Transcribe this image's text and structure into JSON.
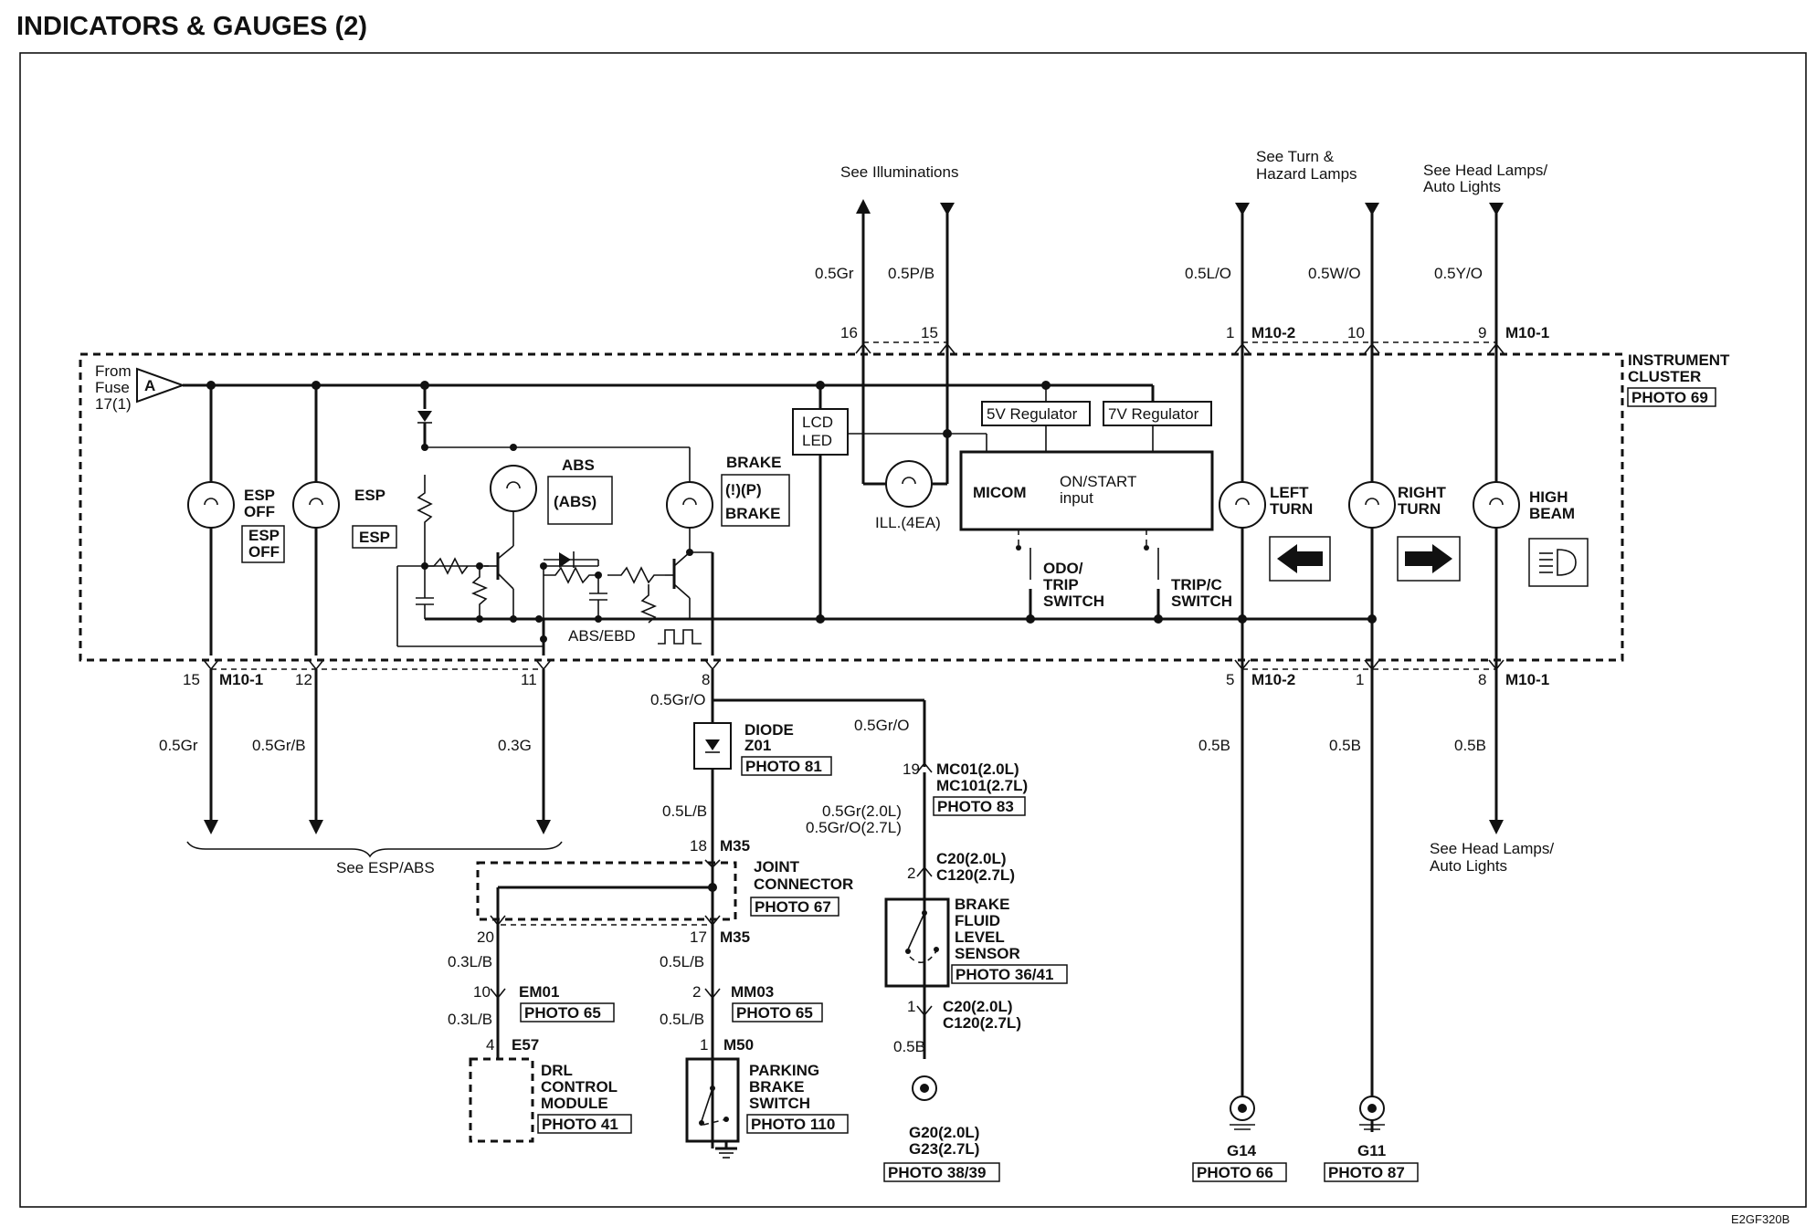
{
  "title": "INDICATORS & GAUGES (2)",
  "figure_code": "E2GF320B",
  "references": {
    "illuminations": "See Illuminations",
    "turn_hazard_1": "See Turn &",
    "turn_hazard_2": "Hazard Lamps",
    "head_lamps_1": "See Head Lamps/",
    "head_lamps_2": "Auto Lights",
    "esp_abs": "See ESP/ABS"
  },
  "cluster": {
    "label_1": "INSTRUMENT",
    "label_2": "CLUSTER",
    "photo": "PHOTO 69",
    "fuse_1": "From",
    "fuse_2": "Fuse",
    "fuse_3": "17(1)",
    "fuse_tag": "A"
  },
  "lamps": {
    "esp_off_1": "ESP",
    "esp_off_2": "OFF",
    "esp": "ESP",
    "abs": "ABS",
    "abs_symbol": "(ABS)",
    "brake_1": "BRAKE",
    "brake_symbol": "(!)(P)",
    "brake_2": "BRAKE",
    "abs_ebd": "ABS/EBD",
    "lcd": "LCD",
    "led": "LED",
    "ill": "ILL.(4EA)",
    "reg5": "5V Regulator",
    "reg7": "7V Regulator",
    "micom": "MICOM",
    "onstart_1": "ON/START",
    "onstart_2": "input",
    "odo_1": "ODO/",
    "odo_2": "TRIP",
    "odo_3": "SWITCH",
    "tripc_1": "TRIP/C",
    "tripc_2": "SWITCH",
    "left_1": "LEFT",
    "left_2": "TURN",
    "right_1": "RIGHT",
    "right_2": "TURN",
    "high_1": "HIGH",
    "high_2": "BEAM"
  },
  "connectors": {
    "m10_1": "M10-1",
    "m10_2": "M10-2",
    "m35": "M35",
    "em01": "EM01",
    "mm03": "MM03",
    "m50": "M50",
    "e57": "E57",
    "mc01": "MC01(2.0L)",
    "mc101": "MC101(2.7L)",
    "c20_top": "C20(2.0L)",
    "c120_top": "C120(2.7L)",
    "c20_bot": "C20(2.0L)",
    "c120_bot": "C120(2.7L)"
  },
  "pins": {
    "p16": "16",
    "p15_top": "15",
    "p1_top": "1",
    "p10_top": "10",
    "p9_top": "9",
    "p15_bot": "15",
    "p12": "12",
    "p11": "11",
    "p8_left": "8",
    "p5": "5",
    "p1_bot": "1",
    "p8_right": "8",
    "p18": "18",
    "p20": "20",
    "p17": "17",
    "p10_em": "10",
    "p2_mm": "2",
    "p4": "4",
    "p1_m50": "1",
    "p19": "19",
    "p2_c": "2",
    "p1_c": "1"
  },
  "wires": {
    "w_0_5gr_top": "0.5Gr",
    "w_0_5pb": "0.5P/B",
    "w_0_5lo": "0.5L/O",
    "w_0_5wo": "0.5W/O",
    "w_0_5yo": "0.5Y/O",
    "w_0_5gr_bot": "0.5Gr",
    "w_0_5grb": "0.5Gr/B",
    "w_0_3g": "0.3G",
    "w_0_5gro_1": "0.5Gr/O",
    "w_0_5gro_2": "0.5Gr/O",
    "w_0_5lb_1": "0.5L/B",
    "w_0_3lb_1": "0.3L/B",
    "w_0_5lb_2": "0.5L/B",
    "w_0_3lb_2": "0.3L/B",
    "w_0_5lb_3": "0.5L/B",
    "w_0_5gr_20": "0.5Gr(2.0L)",
    "w_0_5gro_27": "0.5Gr/O(2.7L)",
    "w_0_5b_1": "0.5B",
    "w_0_5b_2": "0.5B",
    "w_0_5b_3": "0.5B",
    "w_0_5b_4": "0.5B"
  },
  "components": {
    "diode_1": "DIODE",
    "diode_2": "Z01",
    "diode_photo": "PHOTO 81",
    "joint_1": "JOINT",
    "joint_2": "CONNECTOR",
    "joint_photo": "PHOTO 67",
    "em01_photo": "PHOTO 65",
    "mm03_photo": "PHOTO 65",
    "drl_1": "DRL",
    "drl_2": "CONTROL",
    "drl_3": "MODULE",
    "drl_photo": "PHOTO 41",
    "park_1": "PARKING",
    "park_2": "BRAKE",
    "park_3": "SWITCH",
    "park_photo": "PHOTO 110",
    "mc_photo": "PHOTO 83",
    "bfl_1": "BRAKE",
    "bfl_2": "FLUID",
    "bfl_3": "LEVEL",
    "bfl_4": "SENSOR",
    "bfl_photo": "PHOTO 36/41",
    "g20": "G20(2.0L)",
    "g23": "G23(2.7L)",
    "g20_photo": "PHOTO 38/39",
    "g14": "G14",
    "g14_photo": "PHOTO 66",
    "g11": "G11",
    "g11_photo": "PHOTO 87"
  }
}
